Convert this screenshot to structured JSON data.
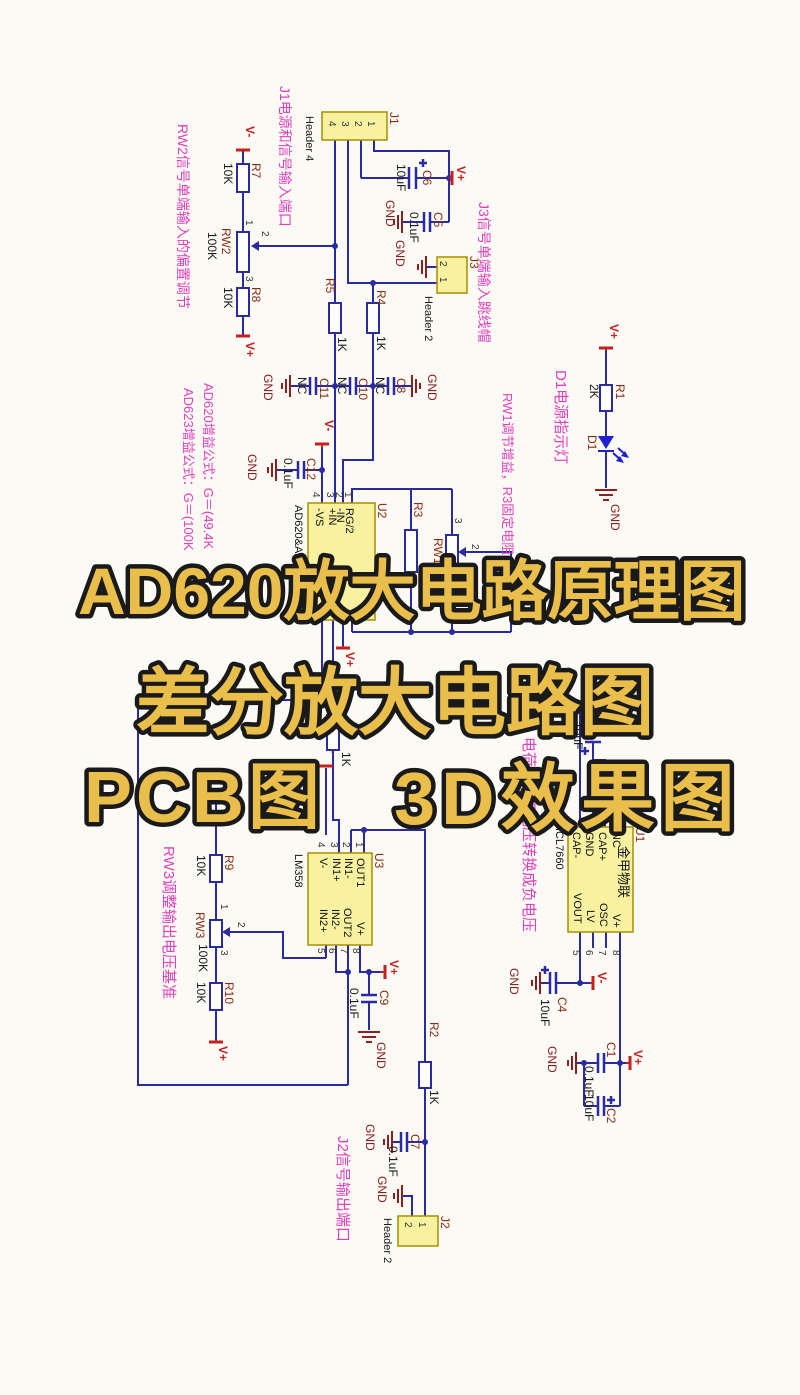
{
  "banners": {
    "line1": "AD620放大电路原理图",
    "line2": "差分放大电路图",
    "line3_left": "PCB图",
    "line3_right": "3D效果图"
  },
  "annotations": {
    "j1_port": "J1电源和信号输入端口",
    "rw2_bias": "RW2信号单端输入的偏置调节",
    "j3_jumper": "J3信号单端输入跳线帽",
    "ad620_gain": "AD620增益公式：G＝(49.4K",
    "ad623_gain": "AD623增益公式：G＝(100K",
    "rw1_gain": "RW1调节增益，R3固定电阻",
    "d1_led": "D1电源指示灯",
    "charge_pump": "电荷泵把正电压转换成负电压",
    "rw3_ref": "RW3调整输出电压基准",
    "j2_out": "J2信号输出端口"
  },
  "nets": {
    "gnd": "GND",
    "vplus": "V+",
    "vminus": "V-"
  },
  "pins": {
    "p1": "1",
    "p2": "2",
    "p3": "3",
    "p4": "4",
    "p5": "5",
    "p6": "6",
    "p7": "7",
    "p8": "8"
  },
  "headers": {
    "j1": {
      "ref": "J1",
      "type": "Header 4"
    },
    "j2": {
      "ref": "J2",
      "type": "Header 2"
    },
    "j3": {
      "ref": "J3",
      "type": "Header 2"
    }
  },
  "resistors": {
    "r1": {
      "ref": "R1",
      "value": "2K"
    },
    "r2": {
      "ref": "R2",
      "value": "1K"
    },
    "r3": {
      "ref": "R3"
    },
    "r4": {
      "ref": "R4",
      "value": "1K"
    },
    "r5": {
      "ref": "R5",
      "value": "1K"
    },
    "r7": {
      "ref": "R7",
      "value": "10K"
    },
    "r8": {
      "ref": "R8",
      "value": "10K"
    },
    "r9": {
      "ref": "R9",
      "value": "10K"
    },
    "r10": {
      "ref": "R10",
      "value": "10K"
    },
    "r_mid": {
      "value": "1K"
    },
    "rw1": {
      "ref": "RW1"
    },
    "rw2": {
      "ref": "RW2",
      "value": "100K"
    },
    "rw3": {
      "ref": "RW3",
      "value": "100K"
    }
  },
  "capacitors": {
    "c1": {
      "ref": "C1",
      "value": "0.1uF"
    },
    "c2": {
      "ref": "C2",
      "value": "10uF"
    },
    "c3": {
      "ref": "C3",
      "value": "10uF"
    },
    "c4": {
      "ref": "C4",
      "value": "10uF"
    },
    "c5": {
      "ref": "C5",
      "value": "0.1uF"
    },
    "c6": {
      "ref": "C6",
      "value": "10uF"
    },
    "c7": {
      "ref": "C7",
      "value": "0.1uF"
    },
    "c8": {
      "ref": "C8",
      "value": "NC"
    },
    "c9": {
      "ref": "C9",
      "value": "0.1uF"
    },
    "c10": {
      "ref": "C10",
      "value": "NC"
    },
    "c11": {
      "ref": "C11",
      "value": "NC"
    },
    "c12": {
      "ref": "C12",
      "value": "0.1uF"
    }
  },
  "led": {
    "ref": "D1"
  },
  "ics": {
    "u1": {
      "ref": "U1",
      "part": "ICL7660",
      "brand": "金甲物联",
      "pin_labels_top": [
        "CAP-",
        "GND",
        "CAP+",
        "NC"
      ],
      "pin_labels_bottom": [
        "VOUT",
        "LV",
        "OSC",
        "V+"
      ]
    },
    "u2": {
      "ref": "U2",
      "part": "AD620&AD623",
      "pin_labels_top": [
        "-VS",
        "+IN",
        "-IN",
        "RG/2"
      ]
    },
    "u3": {
      "ref": "U3",
      "part": "LM358",
      "pin_labels_top": [
        "V-",
        "IN1+",
        "IN1-",
        "OUT1"
      ],
      "pin_labels_bottom": [
        "IN2+",
        "IN2-",
        "OUT2",
        "V+"
      ]
    }
  }
}
